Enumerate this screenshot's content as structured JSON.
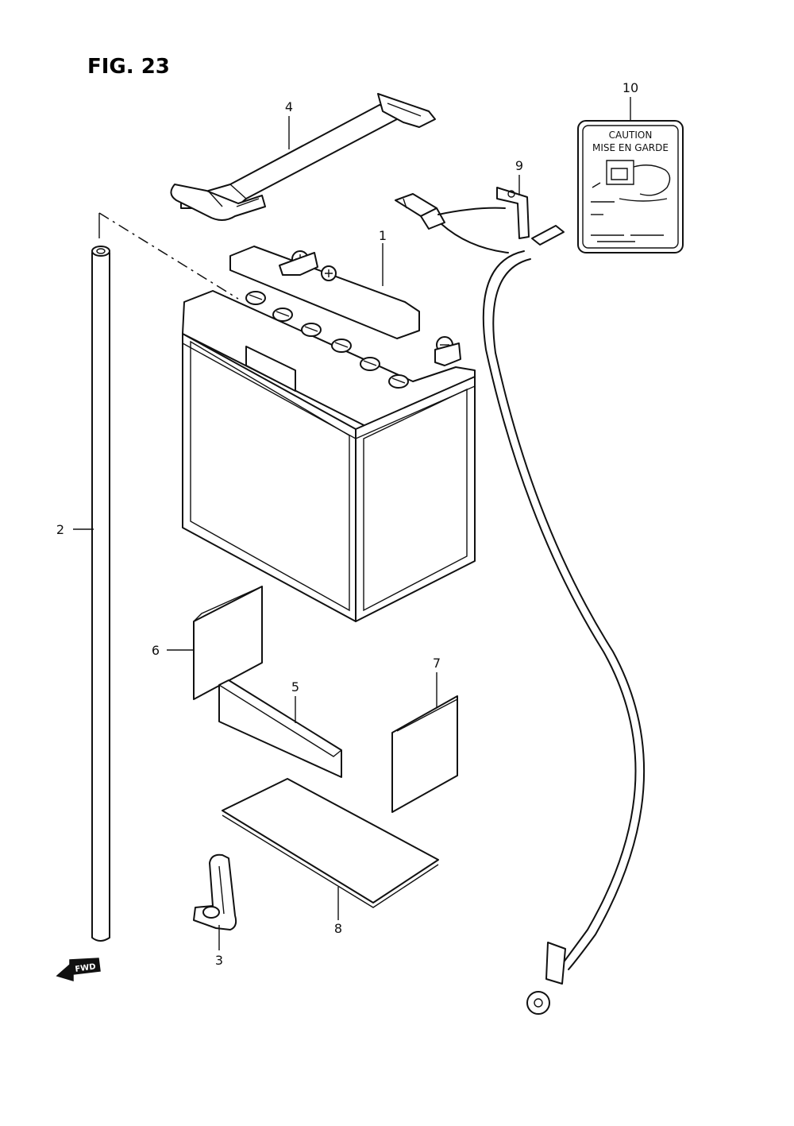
{
  "figure": {
    "title": "FIG. 23"
  },
  "parts": [
    {
      "id": "battery",
      "number": "1"
    },
    {
      "id": "vent-hose",
      "number": "2"
    },
    {
      "id": "hose-clamp",
      "number": "3"
    },
    {
      "id": "battery-band",
      "number": "4"
    },
    {
      "id": "spacer-front",
      "number": "5"
    },
    {
      "id": "spacer-side",
      "number": "6"
    },
    {
      "id": "spacer-right",
      "number": "7"
    },
    {
      "id": "battery-bottom-pad",
      "number": "8"
    },
    {
      "id": "battery-lead-wire",
      "number": "9"
    },
    {
      "id": "caution-label",
      "number": "10"
    }
  ],
  "caution_label": {
    "line1": "CAUTION",
    "line2": "MISE EN GARDE"
  },
  "direction_marker": {
    "text": "FWD"
  }
}
